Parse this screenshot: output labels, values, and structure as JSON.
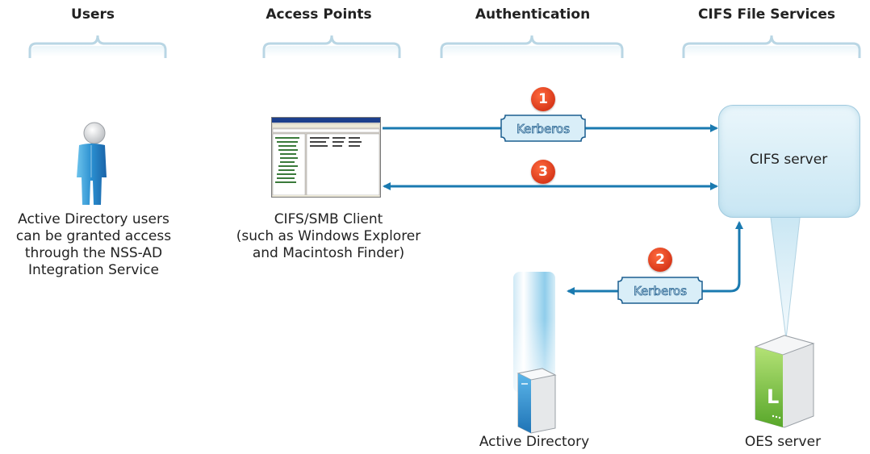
{
  "columns": {
    "users": "Users",
    "access_points": "Access Points",
    "authentication": "Authentication",
    "cifs_file_services": "CIFS File Services"
  },
  "nodes": {
    "users_caption": [
      "Active Directory users",
      "can be granted access",
      "through the NSS-AD",
      "Integration Service"
    ],
    "client_caption": [
      "CIFS/SMB Client",
      "(such as Windows Explorer",
      "and Macintosh Finder)"
    ],
    "cifs_server": "CIFS server",
    "active_directory": "Active Directory",
    "oes_server": "OES server",
    "oes_badge": "L"
  },
  "flows": {
    "step1": "1",
    "step2": "2",
    "step3": "3",
    "kerberos1": "Kerberos",
    "kerberos2": "Kerberos"
  },
  "colors": {
    "arrow": "#1a7ab0",
    "step_badge": "#e2441f",
    "brace": "#b9d6e4"
  },
  "icons": [
    "user-figure-icon",
    "explorer-window-icon",
    "ad-server-icon",
    "oes-server-icon"
  ]
}
